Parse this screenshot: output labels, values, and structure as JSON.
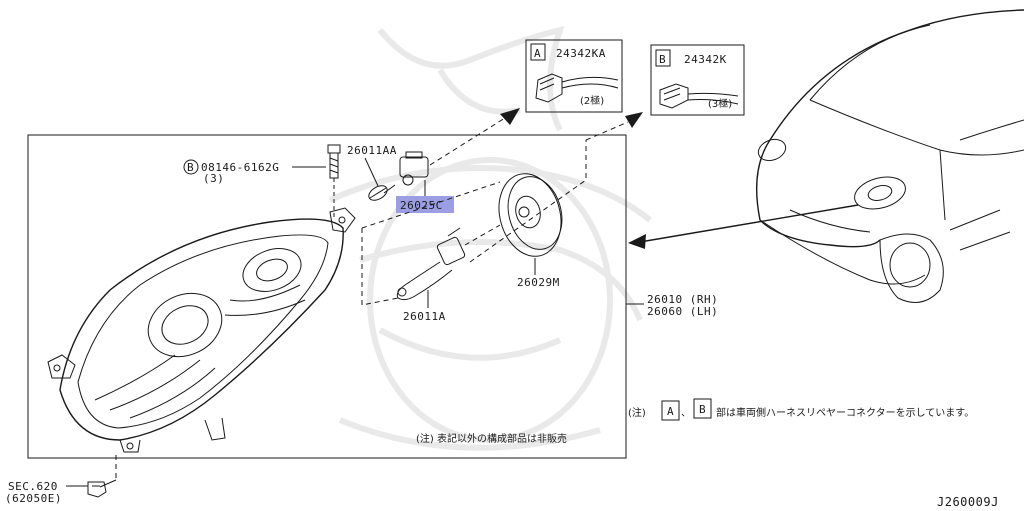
{
  "callouts": {
    "bolt": "08146-6162G",
    "bolt_qty": "(3)",
    "bolt_prefix": "B",
    "socket_retainer": "26011AA",
    "socket_bulb": "26025C",
    "halogen_bulb": "26011A",
    "cap": "26029M",
    "headlamp_rh": "26010 (RH)",
    "headlamp_lh": "26060 (LH)",
    "sec": "SEC.620",
    "sec_part": "(62050E)"
  },
  "connectors": {
    "a": {
      "letter": "A",
      "part": "24342KA",
      "poles": "(2極)"
    },
    "b": {
      "letter": "B",
      "part": "24342K",
      "poles": "(3極)"
    }
  },
  "notes": {
    "not_sold": "(注) 表記以外の構成部品は非販売",
    "connector_note_prefix": "(注)",
    "connector_note_a": "A",
    "connector_note_sep": "、",
    "connector_note_b": "B",
    "connector_note_suffix": "部は車両側ハーネスリペヤーコネクターを示しています。"
  },
  "diagram_id": "J260009J",
  "colors": {
    "ink": "#1a1a1a",
    "highlight": "#9b9ee3",
    "watermark": "#e9e9e9"
  }
}
